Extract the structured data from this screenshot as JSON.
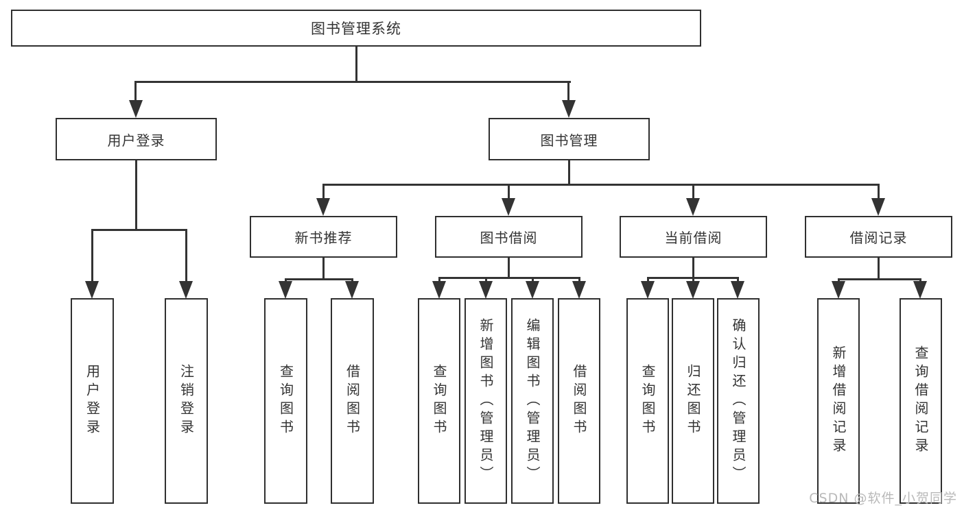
{
  "tree": {
    "label": "图书管理系统",
    "children": [
      {
        "label": "用户登录",
        "children": [
          {
            "label": "用户登录"
          },
          {
            "label": "注销登录"
          }
        ]
      },
      {
        "label": "图书管理",
        "children": [
          {
            "label": "新书推荐",
            "children": [
              {
                "label": "查询图书"
              },
              {
                "label": "借阅图书"
              }
            ]
          },
          {
            "label": "图书借阅",
            "children": [
              {
                "label": "查询图书"
              },
              {
                "label": "新增图书（管理员）"
              },
              {
                "label": "编辑图书（管理员）"
              },
              {
                "label": "借阅图书"
              }
            ]
          },
          {
            "label": "当前借阅",
            "children": [
              {
                "label": "查询图书"
              },
              {
                "label": "归还图书"
              },
              {
                "label": "确认归还（管理员）"
              }
            ]
          },
          {
            "label": "借阅记录",
            "children": [
              {
                "label": "新增借阅记录"
              },
              {
                "label": "查询借阅记录"
              }
            ]
          }
        ]
      }
    ]
  },
  "watermark": {
    "text": "CSDN @软件_小贺同学",
    "color": "#b9b9b9"
  },
  "colors": {
    "line": "#333333",
    "box_border": "#2f2f2f",
    "box_background": "#ffffff",
    "text": "#333333",
    "page_background": "#ffffff"
  }
}
